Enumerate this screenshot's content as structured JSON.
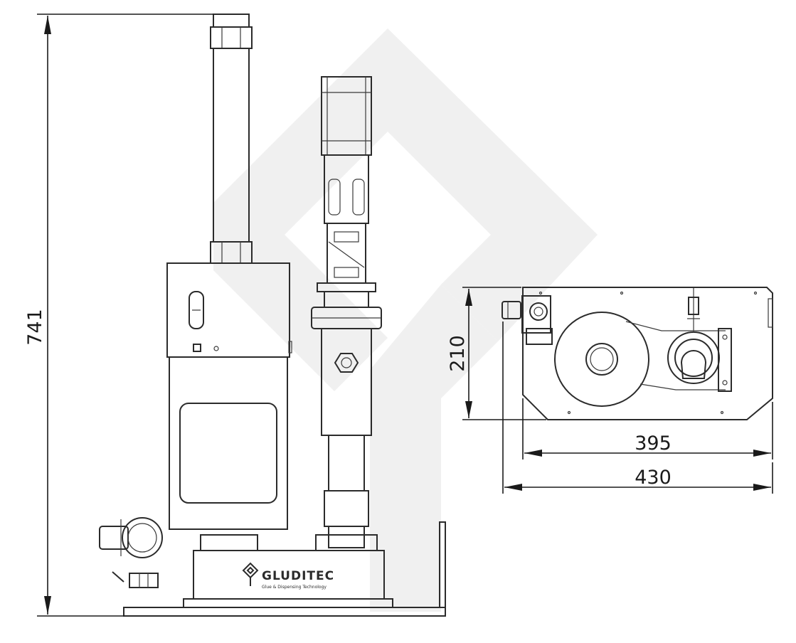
{
  "dimensions": {
    "height_label": "741",
    "plate_height_label": "210",
    "plate_inner_width_label": "395",
    "plate_outer_width_label": "430"
  },
  "logo": {
    "name": "GLUDITEC",
    "tagline": "Glue & Dispensing Technology"
  },
  "colors": {
    "line": "#2b2b2b",
    "watermark": "#f0f0f0",
    "background": "#ffffff"
  }
}
